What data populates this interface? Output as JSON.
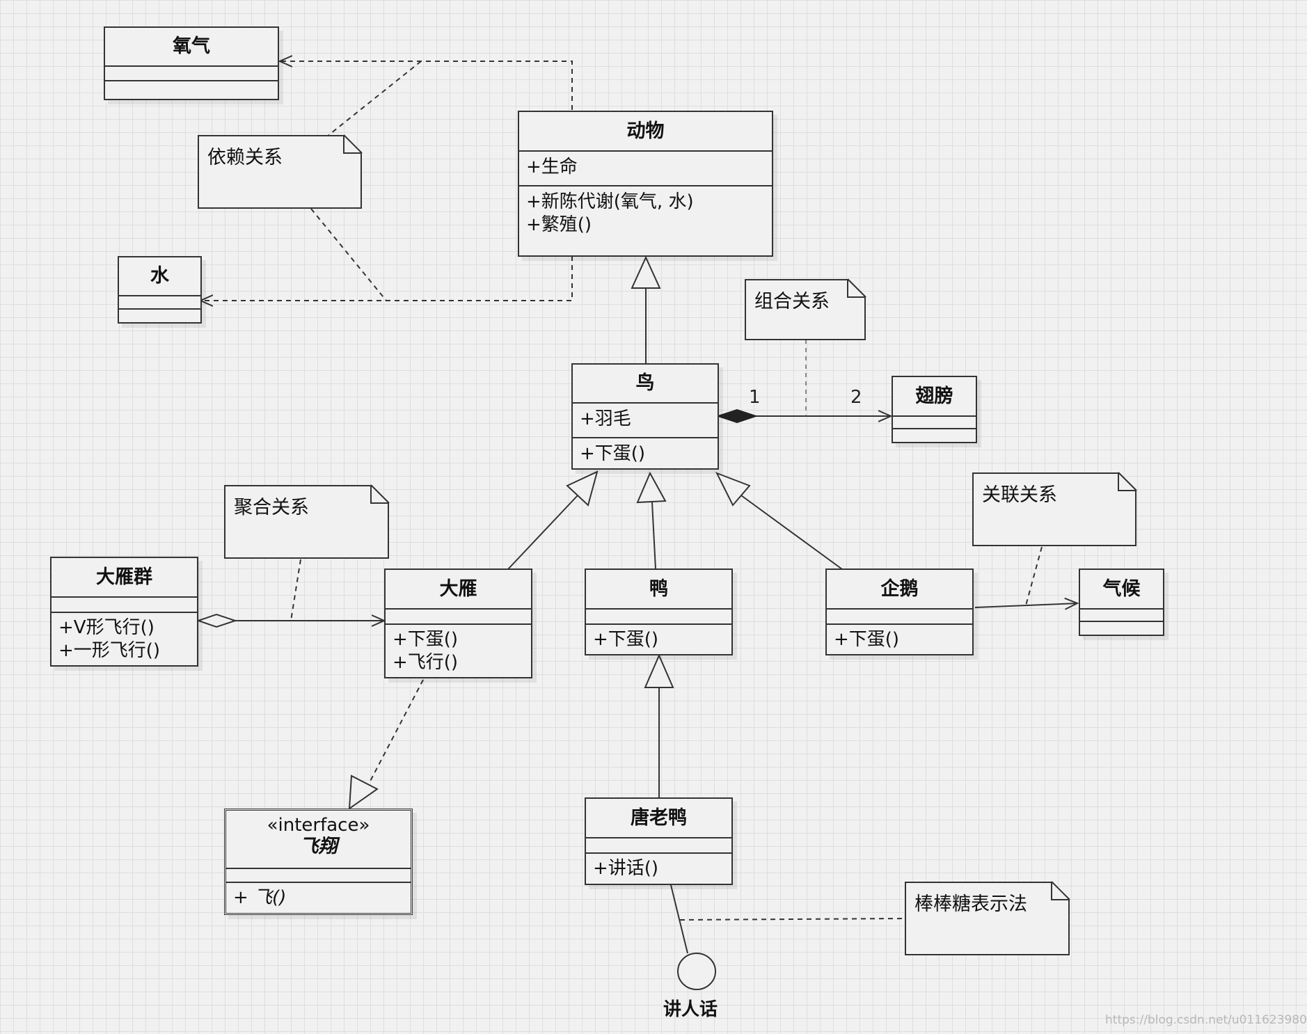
{
  "classes": {
    "oxygen": {
      "name": "氧气",
      "attributes": [],
      "operations": []
    },
    "water": {
      "name": "水",
      "attributes": [],
      "operations": []
    },
    "animal": {
      "name": "动物",
      "attributes": [
        "+生命"
      ],
      "operations": [
        "+新陈代谢(氧气, 水)",
        "+繁殖()"
      ]
    },
    "bird": {
      "name": "鸟",
      "attributes": [
        "+羽毛"
      ],
      "operations": [
        "+下蛋()"
      ]
    },
    "wing": {
      "name": "翅膀",
      "attributes": [],
      "operations": []
    },
    "goose_flock": {
      "name": "大雁群",
      "attributes": [],
      "operations": [
        "+V形飞行()",
        "+一形飞行()"
      ]
    },
    "goose": {
      "name": "大雁",
      "attributes": [],
      "operations": [
        "+下蛋()",
        "+飞行()"
      ]
    },
    "duck": {
      "name": "鸭",
      "attributes": [],
      "operations": [
        "+下蛋()"
      ]
    },
    "penguin": {
      "name": "企鹅",
      "attributes": [],
      "operations": [
        "+下蛋()"
      ]
    },
    "climate": {
      "name": "气候",
      "attributes": [],
      "operations": []
    },
    "donald": {
      "name": "唐老鸭",
      "attributes": [],
      "operations": [
        "+讲话()"
      ]
    },
    "fly_iface": {
      "stereotype": "«interface»",
      "name": "飞翔",
      "operations": [
        "+ 飞()"
      ]
    }
  },
  "notes": {
    "dependency": "依赖关系",
    "composition": "组合关系",
    "aggregation": "聚合关系",
    "association": "关联关系",
    "lollipop": "棒棒糖表示法"
  },
  "multiplicity": {
    "bird_end": "1",
    "wing_end": "2"
  },
  "lollipop_interface": "讲人话",
  "watermark": "https://blog.csdn.net/u011623980"
}
